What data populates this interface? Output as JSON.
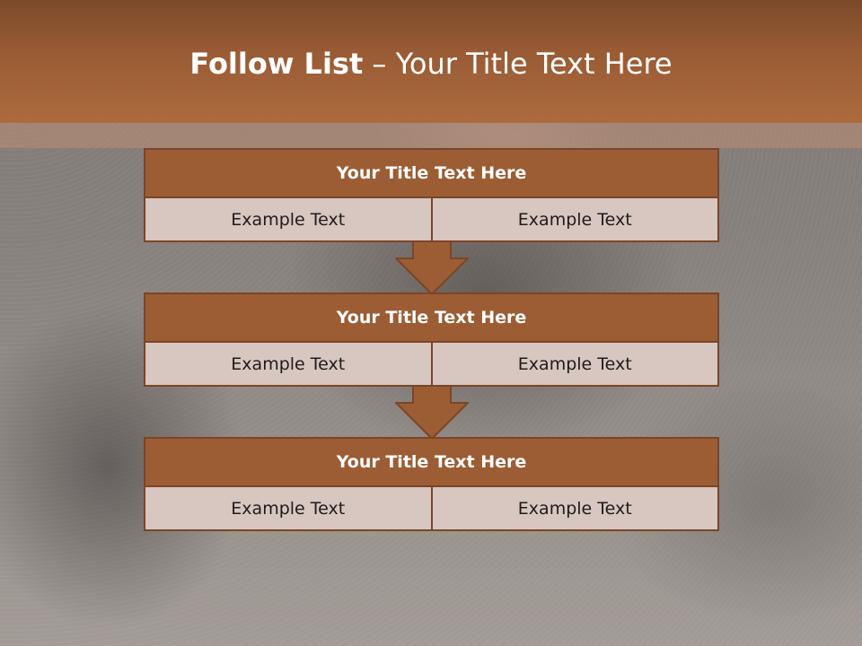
{
  "slide": {
    "title_bold": "Follow List",
    "title_rest": " – Your Title Text Here"
  },
  "colors": {
    "header": "#9a5c35",
    "block_title": "#9c5d35",
    "block_border": "#7b4527",
    "cell_fill": "#d8c6c0",
    "arrow": "#9c5d35"
  },
  "steps": [
    {
      "title": "Your Title Text Here",
      "left": "Example Text",
      "right": "Example Text"
    },
    {
      "title": "Your Title Text Here",
      "left": "Example Text",
      "right": "Example Text"
    },
    {
      "title": "Your Title Text Here",
      "left": "Example Text",
      "right": "Example Text"
    }
  ]
}
